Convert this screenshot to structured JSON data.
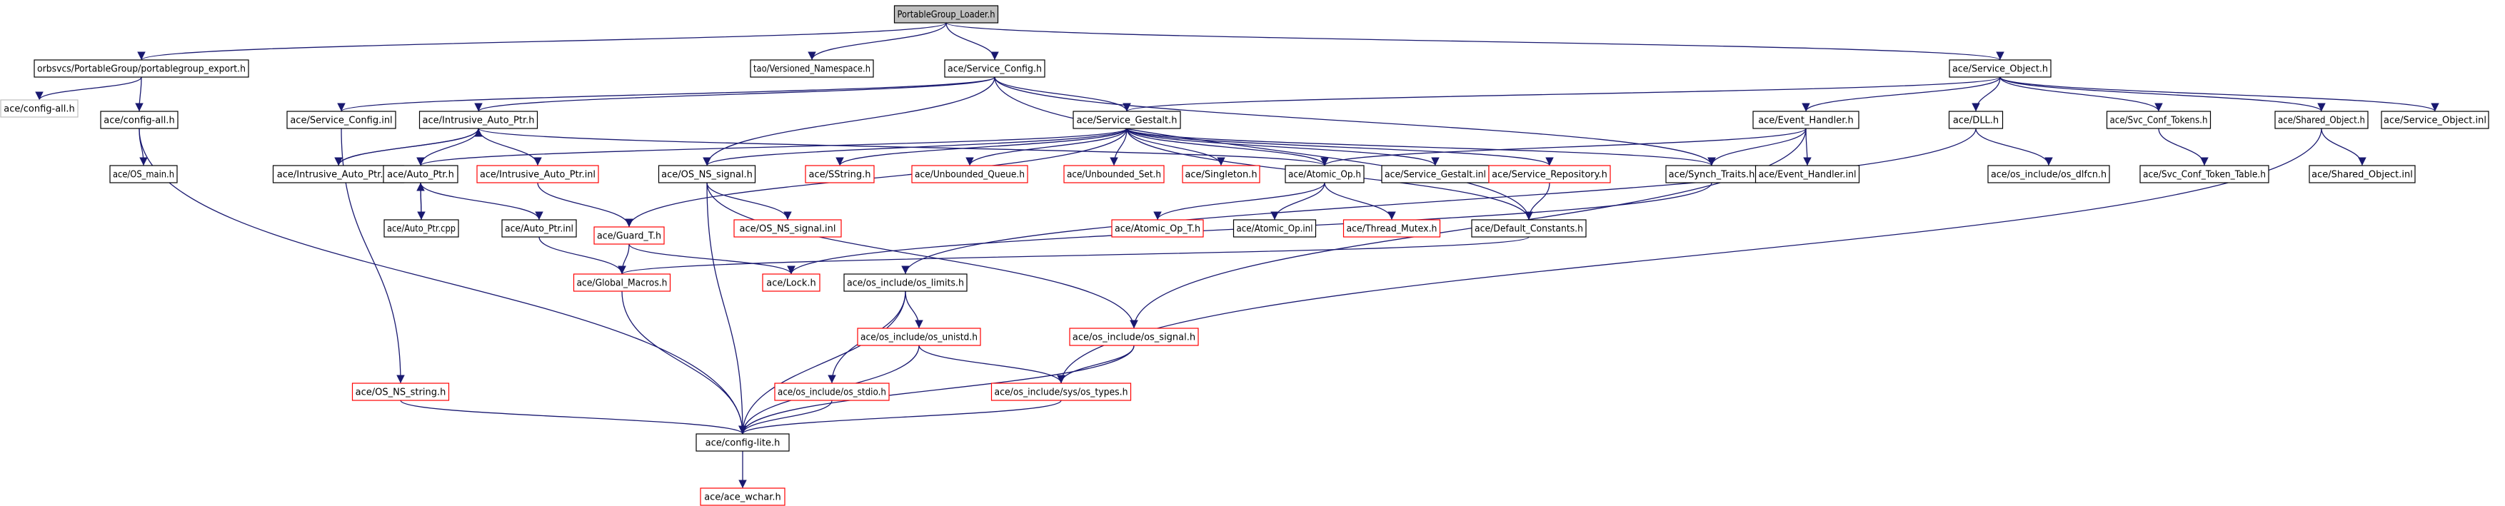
{
  "diagram": {
    "title": "",
    "colors": {
      "background": "#ffffff",
      "edge": "#191970",
      "root_fill": "#bfbfbf",
      "normal_border": "#000000",
      "missing_border": "#ff0000",
      "unresolved_border": "#bfbfbf"
    },
    "nodes": [
      {
        "id": "root",
        "label": "PortableGroup_Loader.h",
        "kind": "root"
      },
      {
        "id": "orbsvcs_export",
        "label": "orbsvcs/PortableGroup/portablegroup_export.h",
        "kind": "normal"
      },
      {
        "id": "tao_ns",
        "label": "tao/Versioned_Namespace.h",
        "kind": "normal"
      },
      {
        "id": "svc_config_h",
        "label": "ace/Service_Config.h",
        "kind": "normal"
      },
      {
        "id": "svc_object_h",
        "label": "ace/Service_Object.h",
        "kind": "normal"
      },
      {
        "id": "config_all_plain",
        "label": "ace/config-all.h",
        "kind": "unresolved"
      },
      {
        "id": "config_all",
        "label": "ace/config-all.h",
        "kind": "normal"
      },
      {
        "id": "os_main",
        "label": "ace/OS_main.h",
        "kind": "normal"
      },
      {
        "id": "svc_config_inl",
        "label": "ace/Service_Config.inl",
        "kind": "normal"
      },
      {
        "id": "intrusive_h",
        "label": "ace/Intrusive_Auto_Ptr.h",
        "kind": "normal"
      },
      {
        "id": "intrusive_cpp",
        "label": "ace/Intrusive_Auto_Ptr.cpp",
        "kind": "normal"
      },
      {
        "id": "auto_ptr_h",
        "label": "ace/Auto_Ptr.h",
        "kind": "normal"
      },
      {
        "id": "auto_ptr_cpp",
        "label": "ace/Auto_Ptr.cpp",
        "kind": "normal"
      },
      {
        "id": "auto_ptr_inl",
        "label": "ace/Auto_Ptr.inl",
        "kind": "normal"
      },
      {
        "id": "intrusive_inl",
        "label": "ace/Intrusive_Auto_Ptr.inl",
        "kind": "missing"
      },
      {
        "id": "guard_t",
        "label": "ace/Guard_T.h",
        "kind": "missing"
      },
      {
        "id": "global_macros",
        "label": "ace/Global_Macros.h",
        "kind": "missing"
      },
      {
        "id": "lock_h",
        "label": "ace/Lock.h",
        "kind": "missing"
      },
      {
        "id": "svc_gestalt_h",
        "label": "ace/Service_Gestalt.h",
        "kind": "normal"
      },
      {
        "id": "os_ns_signal",
        "label": "ace/OS_NS_signal.h",
        "kind": "normal"
      },
      {
        "id": "os_ns_signal_inl",
        "label": "ace/OS_NS_signal.inl",
        "kind": "missing"
      },
      {
        "id": "sstring",
        "label": "ace/SString.h",
        "kind": "missing"
      },
      {
        "id": "unbounded_queue",
        "label": "ace/Unbounded_Queue.h",
        "kind": "missing"
      },
      {
        "id": "unbounded_set",
        "label": "ace/Unbounded_Set.h",
        "kind": "missing"
      },
      {
        "id": "singleton",
        "label": "ace/Singleton.h",
        "kind": "missing"
      },
      {
        "id": "atomic_op_h",
        "label": "ace/Atomic_Op.h",
        "kind": "normal"
      },
      {
        "id": "atomic_op_t",
        "label": "ace/Atomic_Op_T.h",
        "kind": "missing"
      },
      {
        "id": "atomic_op_inl",
        "label": "ace/Atomic_Op.inl",
        "kind": "normal"
      },
      {
        "id": "thread_mutex",
        "label": "ace/Thread_Mutex.h",
        "kind": "missing"
      },
      {
        "id": "svc_gestalt_inl",
        "label": "ace/Service_Gestalt.inl",
        "kind": "normal"
      },
      {
        "id": "svc_repository",
        "label": "ace/Service_Repository.h",
        "kind": "missing"
      },
      {
        "id": "default_constants",
        "label": "ace/Default_Constants.h",
        "kind": "normal"
      },
      {
        "id": "synch_traits",
        "label": "ace/Synch_Traits.h",
        "kind": "normal"
      },
      {
        "id": "event_handler_h",
        "label": "ace/Event_Handler.h",
        "kind": "normal"
      },
      {
        "id": "event_handler_inl",
        "label": "ace/Event_Handler.inl",
        "kind": "normal"
      },
      {
        "id": "dll_h",
        "label": "ace/DLL.h",
        "kind": "normal"
      },
      {
        "id": "os_dlfcn",
        "label": "ace/os_include/os_dlfcn.h",
        "kind": "normal"
      },
      {
        "id": "svc_conf_tokens",
        "label": "ace/Svc_Conf_Tokens.h",
        "kind": "normal"
      },
      {
        "id": "svc_conf_token_table",
        "label": "ace/Svc_Conf_Token_Table.h",
        "kind": "normal"
      },
      {
        "id": "shared_object_h",
        "label": "ace/Shared_Object.h",
        "kind": "normal"
      },
      {
        "id": "shared_object_inl",
        "label": "ace/Shared_Object.inl",
        "kind": "normal"
      },
      {
        "id": "svc_object_inl",
        "label": "ace/Service_Object.inl",
        "kind": "normal"
      },
      {
        "id": "os_limits",
        "label": "ace/os_include/os_limits.h",
        "kind": "normal"
      },
      {
        "id": "os_unistd",
        "label": "ace/os_include/os_unistd.h",
        "kind": "missing"
      },
      {
        "id": "os_stdio",
        "label": "ace/os_include/os_stdio.h",
        "kind": "missing"
      },
      {
        "id": "os_signal",
        "label": "ace/os_include/os_signal.h",
        "kind": "missing"
      },
      {
        "id": "sys_types",
        "label": "ace/os_include/sys/os_types.h",
        "kind": "missing"
      },
      {
        "id": "os_ns_string",
        "label": "ace/OS_NS_string.h",
        "kind": "missing"
      },
      {
        "id": "config_lite",
        "label": "ace/config-lite.h",
        "kind": "normal"
      },
      {
        "id": "ace_wchar",
        "label": "ace/ace_wchar.h",
        "kind": "missing"
      }
    ],
    "edges": [
      [
        "root",
        "orbsvcs_export"
      ],
      [
        "root",
        "tao_ns"
      ],
      [
        "root",
        "svc_config_h"
      ],
      [
        "root",
        "svc_object_h"
      ],
      [
        "orbsvcs_export",
        "config_all_plain"
      ],
      [
        "orbsvcs_export",
        "config_all"
      ],
      [
        "config_all",
        "os_main"
      ],
      [
        "config_all",
        "config_lite"
      ],
      [
        "svc_config_h",
        "svc_config_inl"
      ],
      [
        "svc_config_h",
        "intrusive_h"
      ],
      [
        "svc_config_h",
        "svc_gestalt_h"
      ],
      [
        "svc_config_h",
        "os_ns_signal"
      ],
      [
        "svc_config_h",
        "synch_traits"
      ],
      [
        "svc_config_h",
        "default_constants"
      ],
      [
        "svc_config_inl",
        "os_ns_string"
      ],
      [
        "intrusive_h",
        "intrusive_cpp"
      ],
      [
        "intrusive_h",
        "auto_ptr_h"
      ],
      [
        "intrusive_h",
        "intrusive_inl"
      ],
      [
        "intrusive_h",
        "atomic_op_h"
      ],
      [
        "intrusive_cpp",
        "intrusive_h"
      ],
      [
        "auto_ptr_h",
        "auto_ptr_cpp"
      ],
      [
        "auto_ptr_h",
        "auto_ptr_inl"
      ],
      [
        "auto_ptr_cpp",
        "auto_ptr_h"
      ],
      [
        "auto_ptr_inl",
        "global_macros"
      ],
      [
        "intrusive_inl",
        "guard_t"
      ],
      [
        "guard_t",
        "global_macros"
      ],
      [
        "guard_t",
        "lock_h"
      ],
      [
        "svc_gestalt_h",
        "auto_ptr_h"
      ],
      [
        "svc_gestalt_h",
        "guard_t"
      ],
      [
        "svc_gestalt_h",
        "os_ns_signal"
      ],
      [
        "svc_gestalt_h",
        "sstring"
      ],
      [
        "svc_gestalt_h",
        "unbounded_queue"
      ],
      [
        "svc_gestalt_h",
        "unbounded_set"
      ],
      [
        "svc_gestalt_h",
        "singleton"
      ],
      [
        "svc_gestalt_h",
        "atomic_op_h"
      ],
      [
        "svc_gestalt_h",
        "svc_gestalt_inl"
      ],
      [
        "svc_gestalt_h",
        "svc_repository"
      ],
      [
        "svc_gestalt_h",
        "synch_traits"
      ],
      [
        "svc_gestalt_h",
        "default_constants"
      ],
      [
        "os_ns_signal",
        "os_ns_signal_inl"
      ],
      [
        "os_ns_signal",
        "os_signal"
      ],
      [
        "os_ns_signal",
        "config_lite"
      ],
      [
        "atomic_op_h",
        "atomic_op_t"
      ],
      [
        "atomic_op_h",
        "atomic_op_inl"
      ],
      [
        "atomic_op_h",
        "thread_mutex"
      ],
      [
        "svc_repository",
        "default_constants"
      ],
      [
        "default_constants",
        "global_macros"
      ],
      [
        "synch_traits",
        "lock_h"
      ],
      [
        "svc_object_h",
        "svc_gestalt_h"
      ],
      [
        "svc_object_h",
        "event_handler_h"
      ],
      [
        "svc_object_h",
        "dll_h"
      ],
      [
        "svc_object_h",
        "svc_conf_tokens"
      ],
      [
        "svc_object_h",
        "shared_object_h"
      ],
      [
        "svc_object_h",
        "svc_object_inl"
      ],
      [
        "event_handler_h",
        "atomic_op_h"
      ],
      [
        "event_handler_h",
        "synch_traits"
      ],
      [
        "event_handler_h",
        "event_handler_inl"
      ],
      [
        "event_handler_h",
        "os_signal"
      ],
      [
        "dll_h",
        "os_dlfcn"
      ],
      [
        "dll_h",
        "os_limits"
      ],
      [
        "svc_conf_tokens",
        "svc_conf_token_table"
      ],
      [
        "shared_object_h",
        "shared_object_inl"
      ],
      [
        "shared_object_h",
        "sys_types"
      ],
      [
        "os_limits",
        "os_unistd"
      ],
      [
        "os_limits",
        "os_stdio"
      ],
      [
        "os_limits",
        "config_lite"
      ],
      [
        "os_unistd",
        "sys_types"
      ],
      [
        "os_unistd",
        "config_lite"
      ],
      [
        "os_stdio",
        "config_lite"
      ],
      [
        "os_signal",
        "sys_types"
      ],
      [
        "os_signal",
        "config_lite"
      ],
      [
        "sys_types",
        "config_lite"
      ],
      [
        "os_ns_string",
        "config_lite"
      ],
      [
        "global_macros",
        "config_lite"
      ],
      [
        "config_lite",
        "ace_wchar"
      ]
    ]
  }
}
